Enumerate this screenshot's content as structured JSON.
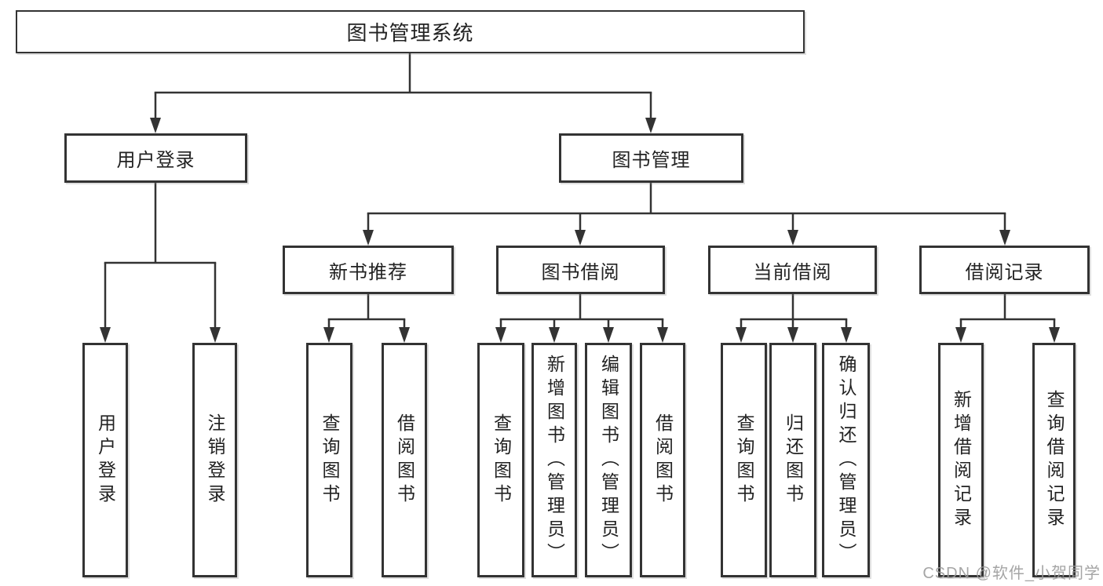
{
  "tree": {
    "label": "图书管理系统",
    "children": [
      {
        "label": "用户登录",
        "children": [
          {
            "label": "用户登录"
          },
          {
            "label": "注销登录"
          }
        ]
      },
      {
        "label": "图书管理",
        "children": [
          {
            "label": "新书推荐",
            "children": [
              {
                "label": "查询图书"
              },
              {
                "label": "借阅图书"
              }
            ]
          },
          {
            "label": "图书借阅",
            "children": [
              {
                "label": "查询图书"
              },
              {
                "label": "新增图书（管理员）"
              },
              {
                "label": "编辑图书（管理员）"
              },
              {
                "label": "借阅图书"
              }
            ]
          },
          {
            "label": "当前借阅",
            "children": [
              {
                "label": "查询图书"
              },
              {
                "label": "归还图书"
              },
              {
                "label": "确认归还（管理员）"
              }
            ]
          },
          {
            "label": "借阅记录",
            "children": [
              {
                "label": "新增借阅记录"
              },
              {
                "label": "查询借阅记录"
              }
            ]
          }
        ]
      }
    ]
  },
  "watermark": {
    "text": "CSDN @软件_小贺同学"
  },
  "colors": {
    "line": "#333333",
    "text": "#222222",
    "background": "#ffffff",
    "watermark": "#9b9b9b"
  }
}
